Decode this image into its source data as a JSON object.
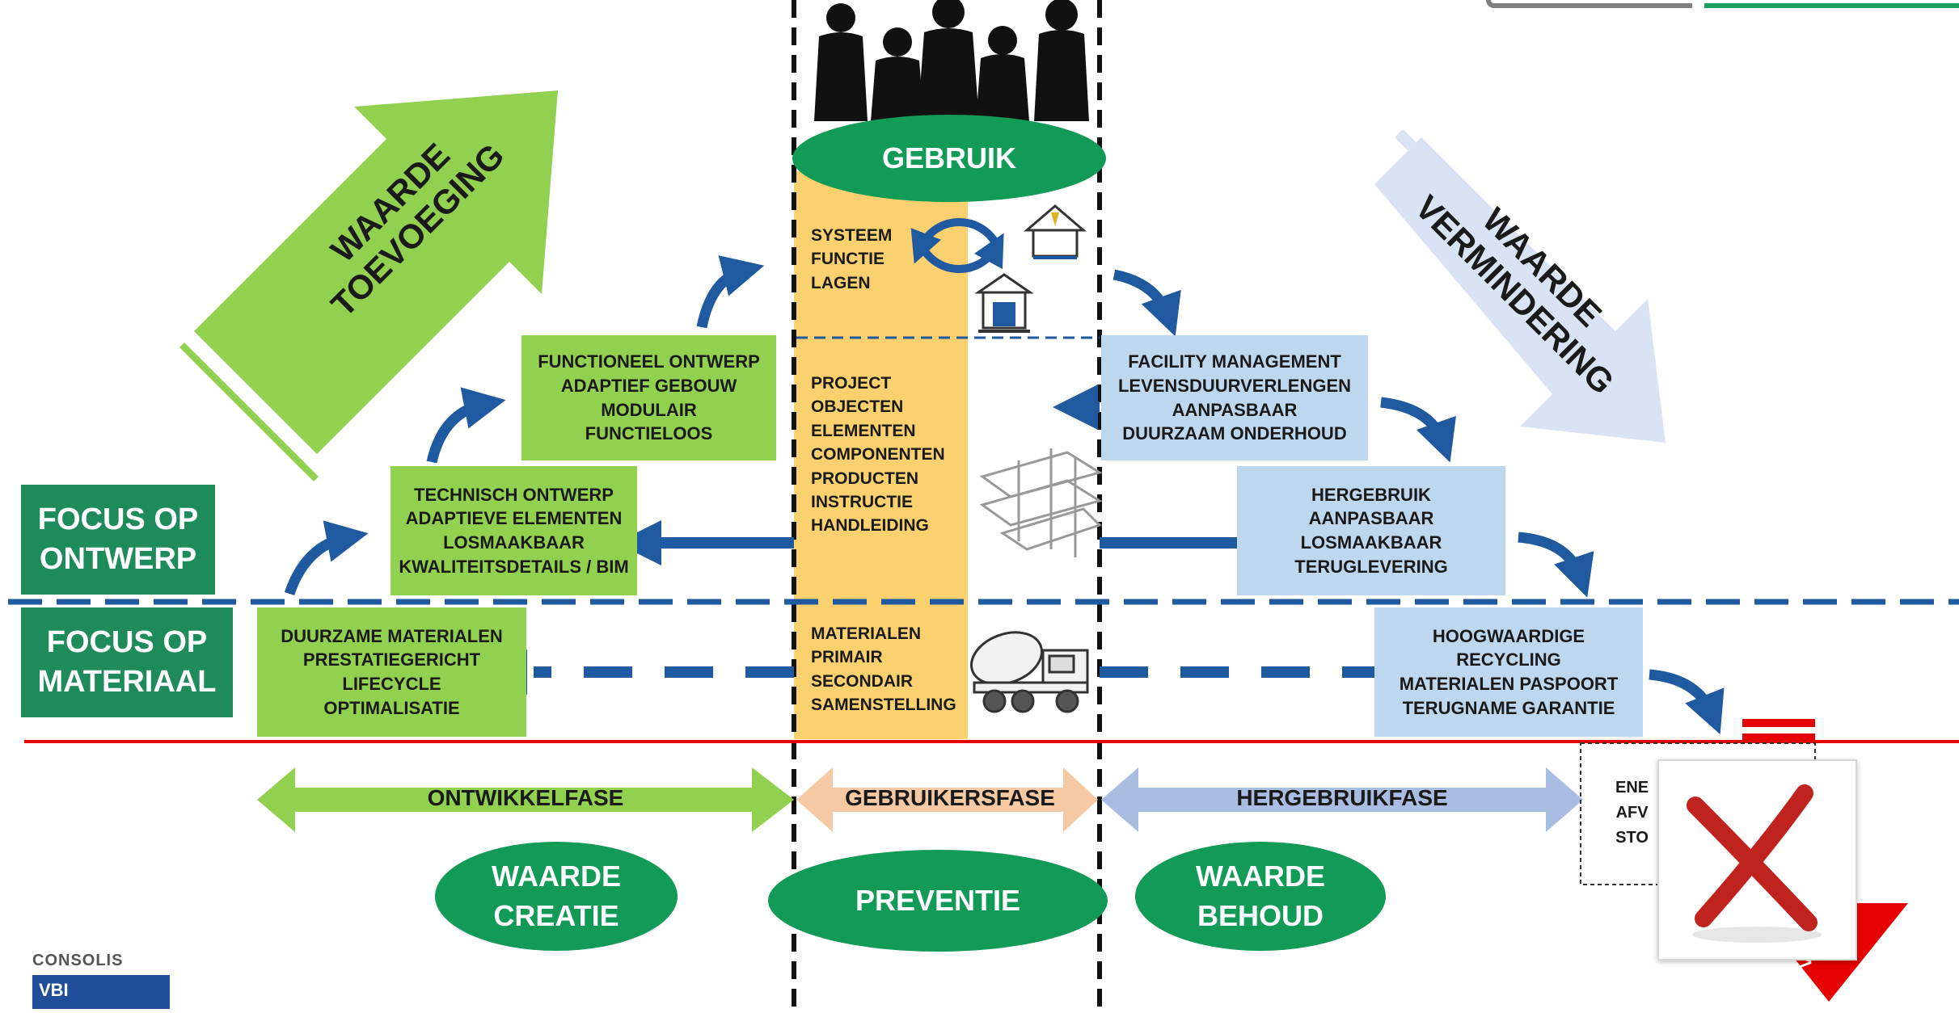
{
  "top_ellipse": {
    "label": "GEBRUIK"
  },
  "big_arrows": {
    "left": {
      "line1": "WAARDE",
      "line2": "TOEVOEGING",
      "color": "#92d050"
    },
    "right": {
      "line1": "WAARDE",
      "line2": "VERMINDERING",
      "color": "#dae3f3"
    }
  },
  "focus": {
    "design": {
      "line1": "FOCUS OP",
      "line2": "ONTWERP"
    },
    "material": {
      "line1": "FOCUS OP",
      "line2": "MATERIAAL"
    }
  },
  "green_boxes": {
    "functional": [
      "FUNCTIONEEL ONTWERP",
      "ADAPTIEF GEBOUW",
      "MODULAIR",
      "FUNCTIELOOS"
    ],
    "technical": [
      "TECHNISCH ONTWERP",
      "ADAPTIEVE ELEMENTEN",
      "LOSMAAKBAAR",
      "KWALITEITSDETAILS / BIM"
    ],
    "materials": [
      "DUURZAME MATERIALEN",
      "PRESTATIEGERICHT",
      "LIFECYCLE",
      "OPTIMALISATIE"
    ]
  },
  "center_column": {
    "system": [
      "SYSTEEM",
      "FUNCTIE",
      "LAGEN"
    ],
    "project": [
      "PROJECT",
      "OBJECTEN",
      "ELEMENTEN",
      "COMPONENTEN",
      "PRODUCTEN",
      "INSTRUCTIE",
      "HANDLEIDING"
    ],
    "materials": [
      "MATERIALEN",
      "PRIMAIR",
      "SECONDAIR",
      "SAMENSTELLING"
    ]
  },
  "blue_boxes": {
    "facility": [
      "FACILITY MANAGEMENT",
      "LEVENSDUURVERLENGEN",
      "AANPASBAAR",
      "DUURZAAM ONDERHOUD"
    ],
    "reuse": [
      "HERGEBRUIK",
      "AANPASBAAR",
      "LOSMAAKBAAR",
      "TERUGLEVERING"
    ],
    "recycling": [
      "HOOGWAARDIGE",
      "RECYCLING",
      "MATERIALEN PASPOORT",
      "TERUGNAME GARANTIE"
    ]
  },
  "phases": {
    "development": "ONTWIKKELFASE",
    "usage": "GEBRUIKERSFASE",
    "reuse": "HERGEBRUIKFASE"
  },
  "bottom_ellipses": {
    "creation": [
      "WAARDE",
      "CREATIE"
    ],
    "prevention": [
      "PREVENTIE"
    ],
    "retention": [
      "WAARDE",
      "BEHOUD"
    ]
  },
  "end_box": [
    "ENE",
    "AFV",
    "STO"
  ],
  "logo": {
    "brand": "CONSOLIS",
    "sub": "VBI"
  },
  "colors": {
    "green": "#92d050",
    "dark_green": "#1e8c5a",
    "ellipse_green": "#129a57",
    "light_blue": "#bdd7ee",
    "orange": "#fbd06e",
    "navy": "#1f5aa0",
    "red": "#e60000"
  }
}
